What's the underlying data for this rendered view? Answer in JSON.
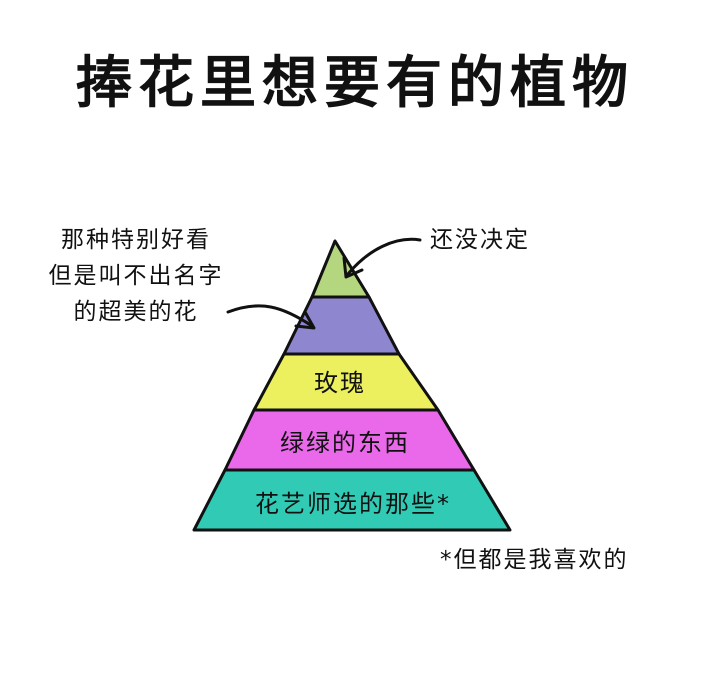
{
  "title": "捧花里想要有的植物",
  "annotations": {
    "left_note": [
      "那种特别好看",
      "但是叫不出名字",
      "的超美的花"
    ],
    "right_note": "还没决定",
    "footnote": "*但都是我喜欢的"
  },
  "pyramid": {
    "layers": [
      {
        "label": "",
        "color": "#b3d67f"
      },
      {
        "label": "",
        "color": "#8f86d0"
      },
      {
        "label": "玫瑰",
        "color": "#ecf05e"
      },
      {
        "label": "绿绿的东西",
        "color": "#ea69ea"
      },
      {
        "label": "花艺师选的那些*",
        "color": "#31cbb5"
      }
    ],
    "outline_color": "#111111"
  }
}
